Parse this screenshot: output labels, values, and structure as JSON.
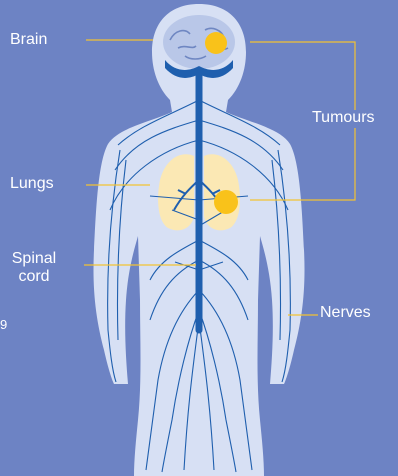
{
  "labels": {
    "brain": "Brain",
    "tumours": "Tumours",
    "lungs": "Lungs",
    "spinal_cord_line1": "Spinal",
    "spinal_cord_line2": "cord",
    "nerves": "Nerves",
    "edge_fragment": "9"
  },
  "colors": {
    "background": "#6d83c4",
    "body_fill": "#d7e0f4",
    "nerve": "#1f5fae",
    "lungs": "#fbe8b4",
    "tumour": "#f9c21a",
    "leader_line": "#f2c233"
  },
  "icons": [
    "brain-icon",
    "lungs-icon",
    "spinal-cord-icon",
    "tumour-icon",
    "nerves-icon"
  ]
}
